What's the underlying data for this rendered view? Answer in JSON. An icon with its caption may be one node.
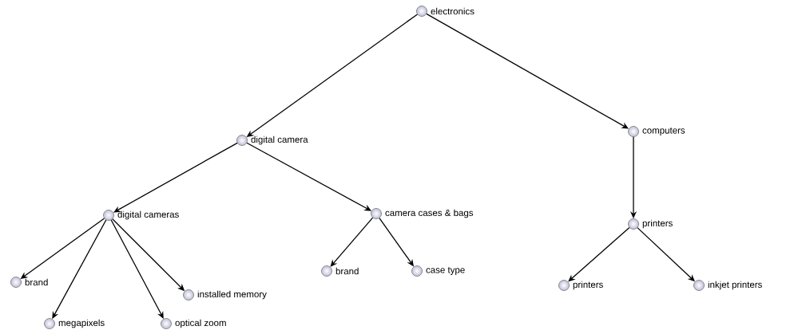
{
  "diagram": {
    "nodes": [
      {
        "text": [
          "electronics"
        ]
      },
      {
        "text": [
          "digital camera"
        ]
      },
      {
        "text": [
          "computers"
        ]
      },
      {
        "text": [
          "digital cameras"
        ]
      },
      {
        "text": [
          "camera cases & bags"
        ]
      },
      {
        "text": [
          "printers"
        ]
      },
      {
        "text": [
          "brand"
        ]
      },
      {
        "text": [
          "megapixels"
        ]
      },
      {
        "text": [
          "optical zoom"
        ]
      },
      {
        "text": [
          "installed memory"
        ]
      },
      {
        "text": [
          "brand"
        ]
      },
      {
        "text": [
          "case type"
        ]
      },
      {
        "text": [
          "printers"
        ]
      },
      {
        "text": [
          "inkjet printers"
        ]
      }
    ],
    "edges": [
      {
        "from": 0,
        "to": 1,
        "arrow": "to"
      },
      {
        "from": 0,
        "to": 2,
        "arrow": "to"
      },
      {
        "from": 1,
        "to": 3,
        "arrow": "to"
      },
      {
        "from": 1,
        "to": 4,
        "arrow": "to"
      },
      {
        "from": 2,
        "to": 5,
        "arrow": "to"
      },
      {
        "from": 3,
        "to": 6,
        "arrow": "to"
      },
      {
        "from": 3,
        "to": 7,
        "arrow": "to"
      },
      {
        "from": 3,
        "to": 8,
        "arrow": "to"
      },
      {
        "from": 3,
        "to": 9,
        "arrow": "to"
      },
      {
        "from": 4,
        "to": 10,
        "arrow": "to"
      },
      {
        "from": 4,
        "to": 11,
        "arrow": "to"
      },
      {
        "from": 5,
        "to": 12,
        "arrow": "to"
      },
      {
        "from": 5,
        "to": 13,
        "arrow": "to"
      }
    ]
  }
}
